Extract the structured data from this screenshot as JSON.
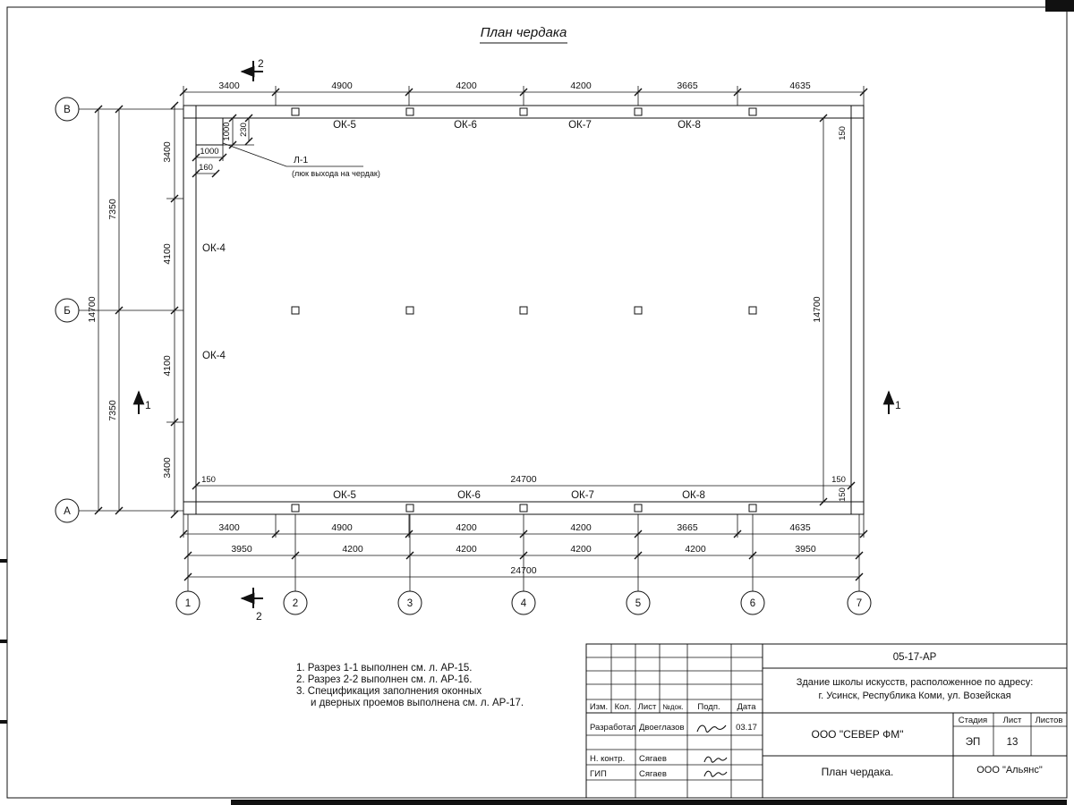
{
  "page_title": "План чердака",
  "plan": {
    "windows_top": [
      "ОК-5",
      "ОК-6",
      "ОК-7",
      "ОК-8"
    ],
    "windows_bottom": [
      "ОК-5",
      "ОК-6",
      "ОК-7",
      "ОК-8"
    ],
    "windows_left": [
      "ОК-4",
      "ОК-4"
    ],
    "hatch_callout": {
      "code": "Л-1",
      "desc": "(люк выхода на чердак)"
    }
  },
  "axes": {
    "rows": [
      "В",
      "Б",
      "А"
    ],
    "cols": [
      "1",
      "2",
      "3",
      "4",
      "5",
      "6",
      "7"
    ]
  },
  "sections": {
    "one": "1",
    "two": "2"
  },
  "dims": {
    "top": [
      "3400",
      "4900",
      "4200",
      "4200",
      "3665",
      "4635"
    ],
    "left_inner": [
      "3400",
      "4100",
      "4100",
      "3400"
    ],
    "left_mid": [
      "7350",
      "7350"
    ],
    "left_total": "14700",
    "right_inner": "14700",
    "off150": [
      "150",
      "150"
    ],
    "inner_bottom": [
      "150",
      "24700",
      "150"
    ],
    "bottom1": [
      "3400",
      "4900",
      "4200",
      "4200",
      "3665",
      "4635"
    ],
    "bottom2": [
      "3950",
      "4200",
      "4200",
      "4200",
      "4200",
      "3950"
    ],
    "bottom_total": "24700",
    "hatch": [
      "1000",
      "230",
      "1000",
      "160"
    ]
  },
  "notes": [
    "1. Разрез 1-1 выполнен см. л. АР-15.",
    "2. Разрез 2-2 выполнен см. л. АР-16.",
    "3. Спецификация заполнения оконных",
    "и дверных проемов выполнена см. л. АР-17."
  ],
  "stamp": {
    "doc": "05-17-АР",
    "object1": "Здание школы искусств, расположенное по адресу:",
    "object2": "г. Усинск, Республика Коми, ул. Возейская",
    "headers": [
      "Изм.",
      "Кол.",
      "Лист",
      "№док.",
      "Подп.",
      "Дата"
    ],
    "rows": [
      {
        "role": "Разработал",
        "name": "Двоеглазов",
        "date": "03.17"
      },
      {
        "role": "Н. контр.",
        "name": "Сягаев",
        "date": ""
      },
      {
        "role": "ГИП",
        "name": "Сягаев",
        "date": ""
      }
    ],
    "company": "ООО \"СЕВЕР ФМ\"",
    "stage_headers": [
      "Стадия",
      "Лист",
      "Листов"
    ],
    "stage": "ЭП",
    "sheet": "13",
    "sheets": "",
    "drawing": "План чердака.",
    "org": "ООО \"Альянс\""
  }
}
